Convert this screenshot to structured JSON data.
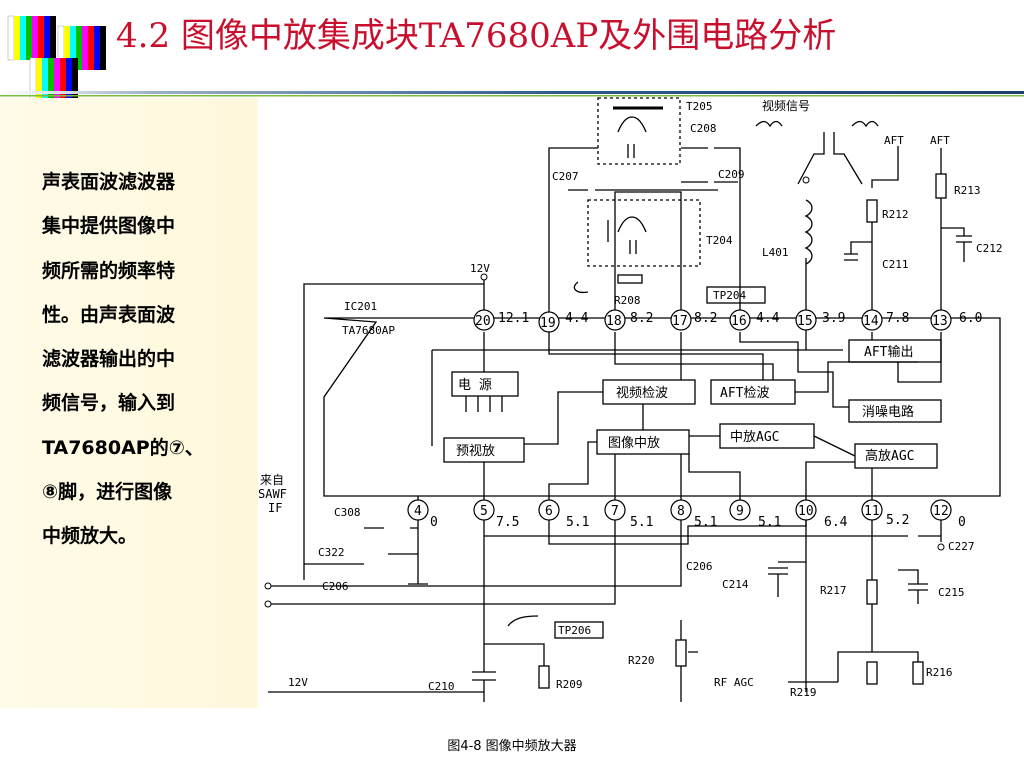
{
  "slide": {
    "title": "4.2 图像中放集成块TA7680AP及外围电路分析",
    "caption": "图4-8 图像中频放大器",
    "side_text_lines": [
      "声表面波滤波器",
      "集中提供图像中",
      "频所需的频率特",
      "性。由声表面波",
      "滤波器输出的中",
      "频信号，输入到",
      "TA7680AP的⑦、",
      "⑧脚，进行图像",
      "中频放大。"
    ]
  },
  "diagram": {
    "ic_name": "IC201",
    "ic_part": "TA7680AP",
    "blocks": {
      "power": "电 源",
      "video_detect": "视频检波",
      "aft_detect": "AFT检波",
      "aft_out": "AFT输出",
      "noise_cancel": "消噪电路",
      "pre_video_amp": "预视放",
      "if_amp": "图像中放",
      "if_agc": "中放AGC",
      "hf_agc": "高放AGC"
    },
    "labels": {
      "t205": "T205",
      "t204": "T204",
      "video_signal": "视频信号",
      "aft_1": "AFT",
      "aft_2": "AFT",
      "v12_top": "12V",
      "v12_bottom": "12V",
      "saw_if_1": "来自",
      "saw_if_2": "SAWF",
      "saw_if_3": "IF",
      "rf_agc": "RF AGC",
      "tp204": "TP204",
      "tp206": "TP206"
    },
    "components": {
      "c208": "C208",
      "c207": "C207",
      "c209": "C209",
      "r208": "R208",
      "l401": "L401",
      "r212": "R212",
      "c211": "C211",
      "r213": "R213",
      "c212": "C212",
      "c308": "C308",
      "c322": "C322",
      "c206a": "C206",
      "c206b": "C206",
      "c214": "C214",
      "c227": "C227",
      "r217": "R217",
      "c215": "C215",
      "r220": "R220",
      "r216": "R216",
      "r219": "R219",
      "c210": "C210",
      "r209": "R209"
    },
    "top_pins": [
      {
        "num": "20",
        "volt": "12.1"
      },
      {
        "num": "19",
        "volt": "4.4"
      },
      {
        "num": "18",
        "volt": "8.2"
      },
      {
        "num": "17",
        "volt": "8.2"
      },
      {
        "num": "16",
        "volt": "4.4"
      },
      {
        "num": "15",
        "volt": "3.9"
      },
      {
        "num": "14",
        "volt": "7.8"
      },
      {
        "num": "13",
        "volt": "6.0"
      }
    ],
    "bottom_pins": [
      {
        "num": "4",
        "volt": "0"
      },
      {
        "num": "5",
        "volt": "7.5"
      },
      {
        "num": "6",
        "volt": "5.1"
      },
      {
        "num": "7",
        "volt": "5.1"
      },
      {
        "num": "8",
        "volt": "5.1"
      },
      {
        "num": "9",
        "volt": "5.1"
      },
      {
        "num": "10",
        "volt": "6.4"
      },
      {
        "num": "11",
        "volt": "5.2"
      },
      {
        "num": "12",
        "volt": "0"
      }
    ]
  }
}
